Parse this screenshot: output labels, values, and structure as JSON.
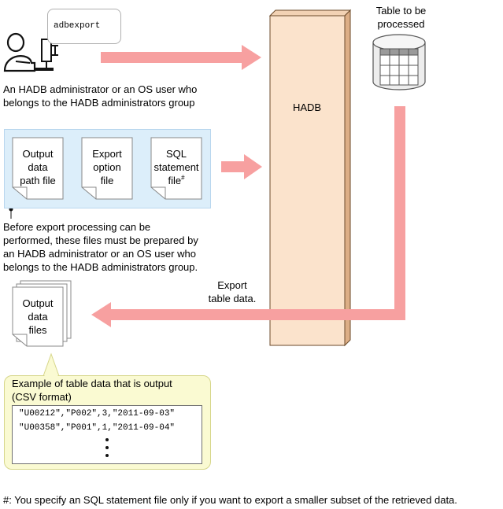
{
  "command_bubble": {
    "text": "adbexport"
  },
  "admin_caption": {
    "line1": "An HADB administrator or an OS user who",
    "line2": "belongs to the HADB administrators group"
  },
  "table_caption": {
    "line1": "Table to be",
    "line2": "processed"
  },
  "hadb": {
    "label": "HADB"
  },
  "input_files": [
    {
      "lines": [
        "Output",
        "data",
        "path file"
      ]
    },
    {
      "lines": [
        "Export",
        "option",
        "file"
      ]
    },
    {
      "lines": [
        "SQL",
        "statement",
        "file"
      ],
      "mark": "#"
    }
  ],
  "prep_caption": {
    "lines": [
      "Before export processing can be",
      "performed, these files must be prepared by",
      "an HADB administrator or an OS user who",
      "belongs to the HADB administrators group."
    ]
  },
  "export_caption": {
    "line1": "Export",
    "line2": "table data."
  },
  "output_files": {
    "lines": [
      "Output",
      "data",
      "files"
    ]
  },
  "example": {
    "title_line1": "Example of table data that is output",
    "title_line2": "(CSV format)",
    "rows": [
      "\"U00212\",\"P002\",3,\"2011-09-03\"",
      "\"U00358\",\"P001\",1,\"2011-09-04\""
    ]
  },
  "footnote": "#: You specify an SQL statement file only if you want to export a smaller subset of the retrieved data.",
  "colors": {
    "arrow": "#f7a0a0",
    "hadb_fill": "#fbe3cc",
    "hadb_side": "#dcae86",
    "input_panel": "#dceefa",
    "example_panel": "#fafad2"
  }
}
